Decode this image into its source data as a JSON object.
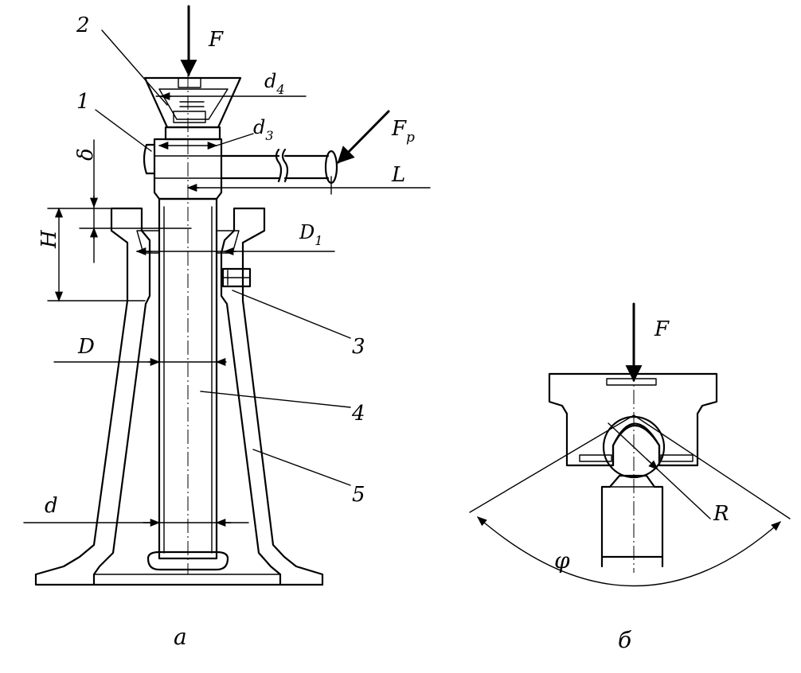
{
  "figure_a": {
    "caption": "а",
    "force_label": "F",
    "handle_force_label": "F",
    "handle_force_subscript": "р",
    "dims": {
      "d4": "d",
      "d4_sub": "4",
      "d3": "d",
      "d3_sub": "3",
      "L": "L",
      "delta": "δ",
      "H": "H",
      "D1": "D",
      "D1_sub": "1",
      "D": "D",
      "d": "d"
    },
    "part_numbers": [
      "1",
      "2",
      "3",
      "4",
      "5"
    ]
  },
  "figure_b": {
    "caption": "б",
    "force_label": "F",
    "radius_label": "R",
    "angle_label": "φ"
  }
}
